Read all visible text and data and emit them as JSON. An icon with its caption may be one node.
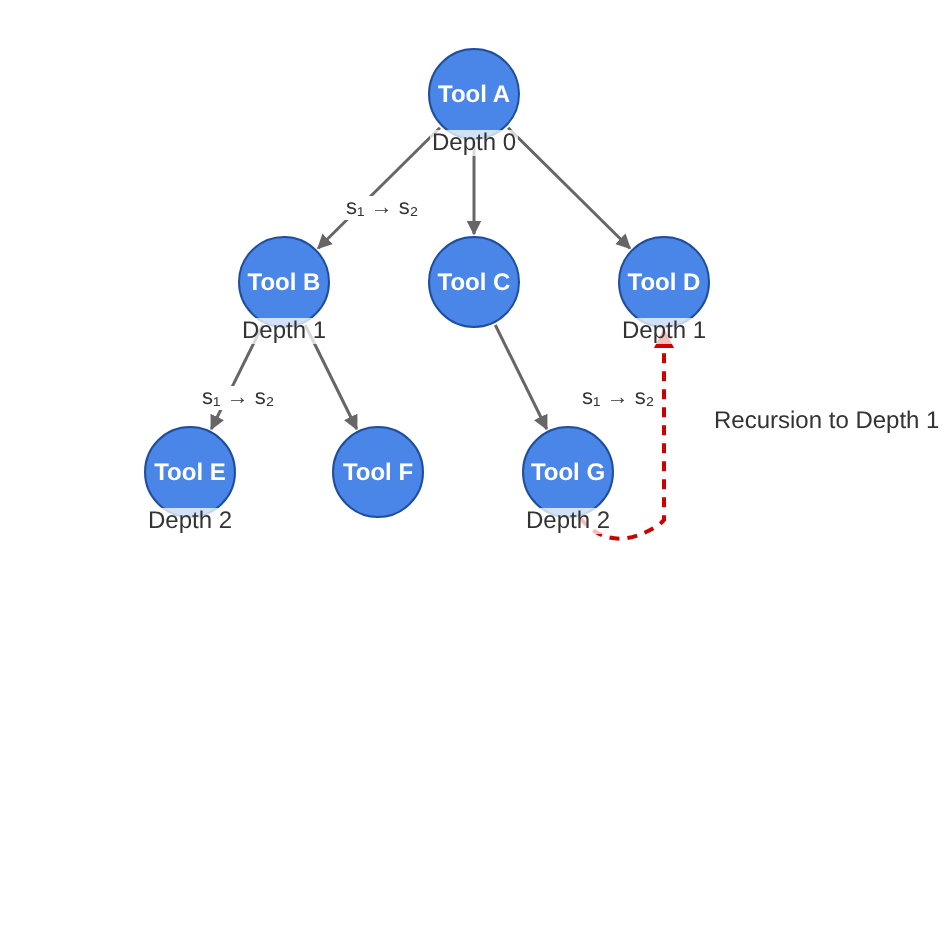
{
  "diagram": {
    "nodes": [
      {
        "text": [
          "Tool A"
        ],
        "beside": [
          "Depth 0"
        ]
      },
      {
        "text": [
          "Tool B"
        ],
        "beside": [
          "Depth 1"
        ]
      },
      {
        "text": [
          "Tool C"
        ]
      },
      {
        "text": [
          "Tool D"
        ],
        "beside": [
          "Depth 1"
        ]
      },
      {
        "text": [
          "Tool E"
        ],
        "beside": [
          "Depth 2"
        ]
      },
      {
        "text": [
          "Tool F"
        ]
      },
      {
        "text": [
          "Tool G"
        ],
        "beside": [
          "Depth 2"
        ]
      }
    ],
    "edges": [
      {
        "from": 0,
        "to": 1,
        "arrow": "to",
        "label": "s₁ → s₂"
      },
      {
        "from": 0,
        "to": 2,
        "arrow": "to"
      },
      {
        "from": 0,
        "to": 3,
        "arrow": "to"
      },
      {
        "from": 1,
        "to": 4,
        "arrow": "to",
        "label": "s₁ → s₂"
      },
      {
        "from": 1,
        "to": 5,
        "arrow": "to"
      },
      {
        "from": 2,
        "to": 6,
        "arrow": "to"
      },
      {
        "from": 6,
        "to": 3,
        "arrow": "to",
        "style": "dashed",
        "color": "#cc0000",
        "label": "s₁ → s₂"
      }
    ],
    "labels": [
      "Recursion to Depth 1"
    ]
  }
}
